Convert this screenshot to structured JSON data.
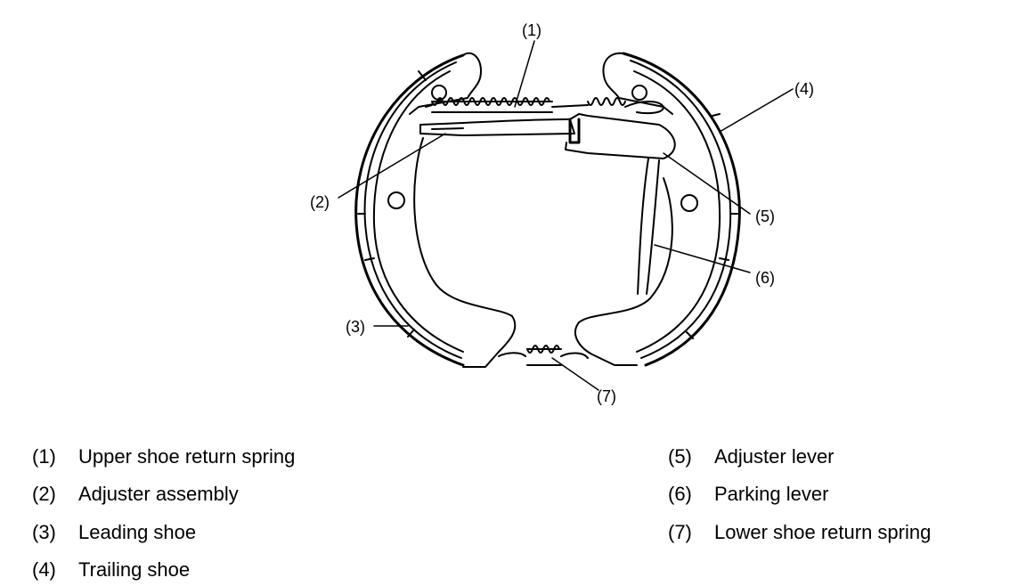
{
  "callouts": [
    "(1)",
    "(2)",
    "(3)",
    "(4)",
    "(5)",
    "(6)",
    "(7)"
  ],
  "legend": [
    {
      "num": "(1)",
      "text": "Upper shoe return spring"
    },
    {
      "num": "(2)",
      "text": "Adjuster assembly"
    },
    {
      "num": "(3)",
      "text": "Leading shoe"
    },
    {
      "num": "(4)",
      "text": "Trailing shoe"
    },
    {
      "num": "(5)",
      "text": "Adjuster lever"
    },
    {
      "num": "(6)",
      "text": "Parking lever"
    },
    {
      "num": "(7)",
      "text": "Lower shoe return spring"
    }
  ]
}
